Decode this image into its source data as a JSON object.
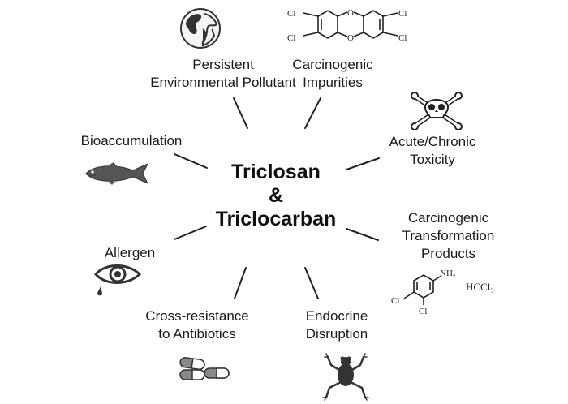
{
  "center": {
    "line1": "Triclosan",
    "line2": "&",
    "line3": "Triclocarban"
  },
  "labels": {
    "persistent": [
      "Persistent",
      "Environmental Pollutant"
    ],
    "carcinogenic_impurities": [
      "Carcinogenic",
      "Impurities"
    ],
    "bioaccumulation": [
      "Bioaccumulation"
    ],
    "toxicity": [
      "Acute/Chronic",
      "Toxicity"
    ],
    "allergen": [
      "Allergen"
    ],
    "transformation": [
      "Carcinogenic",
      "Transformation",
      "Products"
    ],
    "cross_resistance": [
      "Cross-resistance",
      "to Antibiotics"
    ],
    "endocrine": [
      "Endocrine",
      "Disruption"
    ]
  },
  "chem": {
    "dioxin": {
      "o_top": "O",
      "o_bottom": "O",
      "cl": "Cl"
    },
    "aniline": {
      "nh2": "NH₂",
      "cl": "Cl"
    },
    "chloroform": "HCCl₃"
  },
  "icons": [
    "globe-icon",
    "dioxin-structure-icon",
    "skull-crossbones-icon",
    "fish-icon",
    "eye-tear-icon",
    "dichloroaniline-structure-icon",
    "capsules-icon",
    "frog-icon"
  ]
}
